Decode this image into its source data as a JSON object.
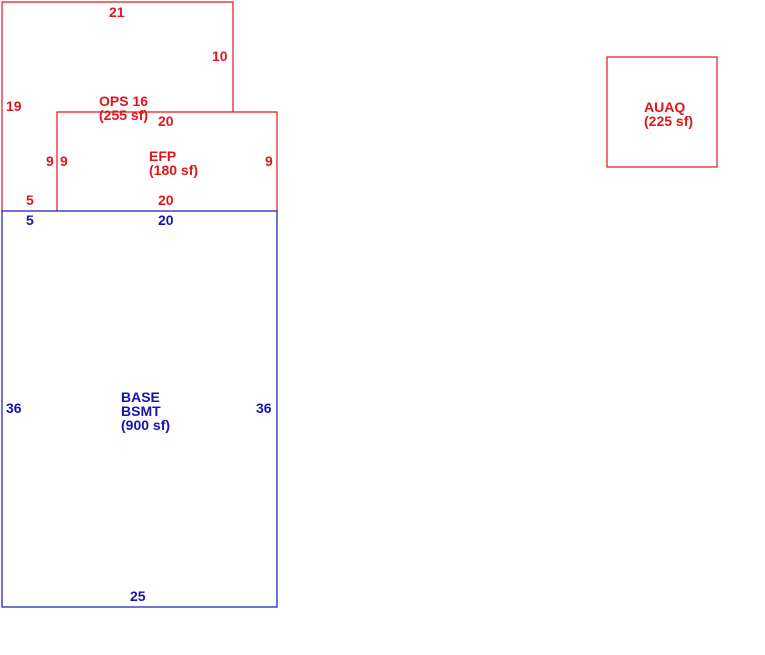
{
  "colors": {
    "addition": "#e0161b",
    "base": "#1414b4",
    "background": "#ffffff"
  },
  "sketch": {
    "ops": {
      "name": "OPS 16",
      "area": "(255 sf)",
      "dims": {
        "top": "21",
        "right": "10",
        "left": "19",
        "inner_left": "9",
        "bottom": "5"
      }
    },
    "efp": {
      "name": "EFP",
      "area": "(180 sf)",
      "dims": {
        "top": "20",
        "left": "9",
        "right": "9",
        "bottom": "20"
      }
    },
    "base": {
      "name_line1": "BASE",
      "name_line2": "BSMT",
      "area": "(900 sf)",
      "dims": {
        "top_left": "5",
        "top": "20",
        "left": "36",
        "right": "36",
        "bottom": "25"
      }
    },
    "auaq": {
      "name": "AUAQ",
      "area": "(225 sf)"
    }
  }
}
